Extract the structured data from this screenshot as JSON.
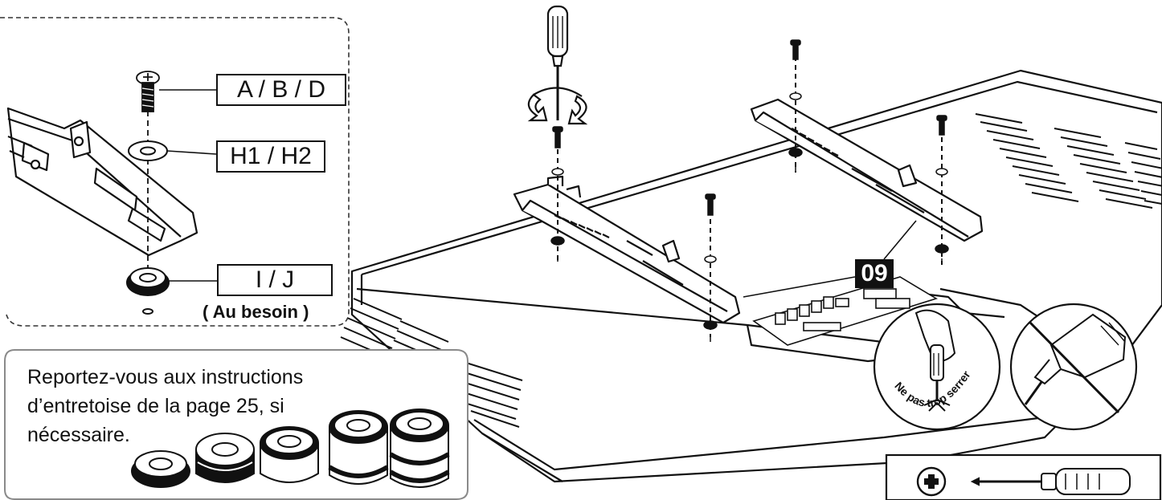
{
  "labels": {
    "screw_parts": "A / B / D",
    "washer_parts": "H1 / H2",
    "spacer_parts": "I / J",
    "optional_note": "( Au besoin )",
    "step_badge": "09"
  },
  "note": {
    "text": "Reportez-vous aux instructions d’entretoise de la page 25, si nécessaire."
  },
  "warning": {
    "text": "Ne pas trop serrer"
  },
  "colors": {
    "ink": "#111111",
    "paper": "#ffffff",
    "callout_border": "#8a8a8a"
  },
  "icons": [
    "screwdriver-icon",
    "rotation-arrows-icon",
    "phillips-head-icon",
    "power-drill-prohibited-icon",
    "hand-screwdriver-icon"
  ]
}
